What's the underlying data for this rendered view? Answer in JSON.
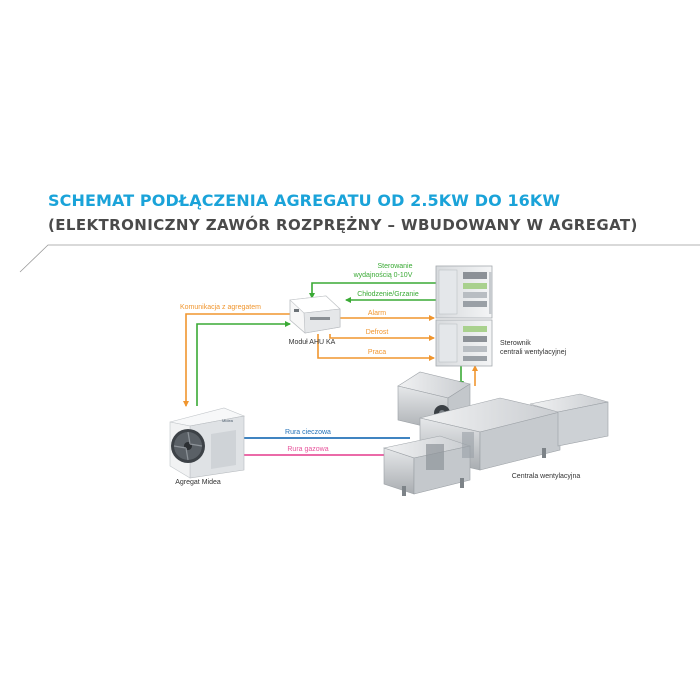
{
  "title": "SCHEMAT PODŁĄCZENIA AGREGATU OD 2.5KW DO 16KW",
  "subtitle": "(ELEKTRONICZNY ZAWÓR ROZPRĘŻNY – WBUDOWANY W AGREGAT)",
  "components": {
    "outdoor_unit": {
      "label": "Agregat Midea",
      "brand": "Midea"
    },
    "ahu_module": {
      "label": "Moduł AHU KA"
    },
    "controller": {
      "label_line1": "Sterownik",
      "label_line2": "centrali wentylacyjnej"
    },
    "ventilation_unit": {
      "label": "Centrala wentylacyjna"
    }
  },
  "connections": {
    "komunikacja": "Komunikacja z agregatem",
    "sterowanie_line1": "Sterowanie",
    "sterowanie_line2": "wydajnością 0-10V",
    "chlodzenie": "Chłodzenie/Grzanie",
    "alarm": "Alarm",
    "defrost": "Defrost",
    "praca": "Praca",
    "rura_cieczowa": "Rura cieczowa",
    "rura_gazowa": "Rura gazowa"
  },
  "colors": {
    "title": "#1aa3d9",
    "subtitle": "#4a4a4a",
    "green": "#3aaa35",
    "orange": "#f0962f",
    "blue": "#2573b8",
    "pink": "#e8549c"
  }
}
